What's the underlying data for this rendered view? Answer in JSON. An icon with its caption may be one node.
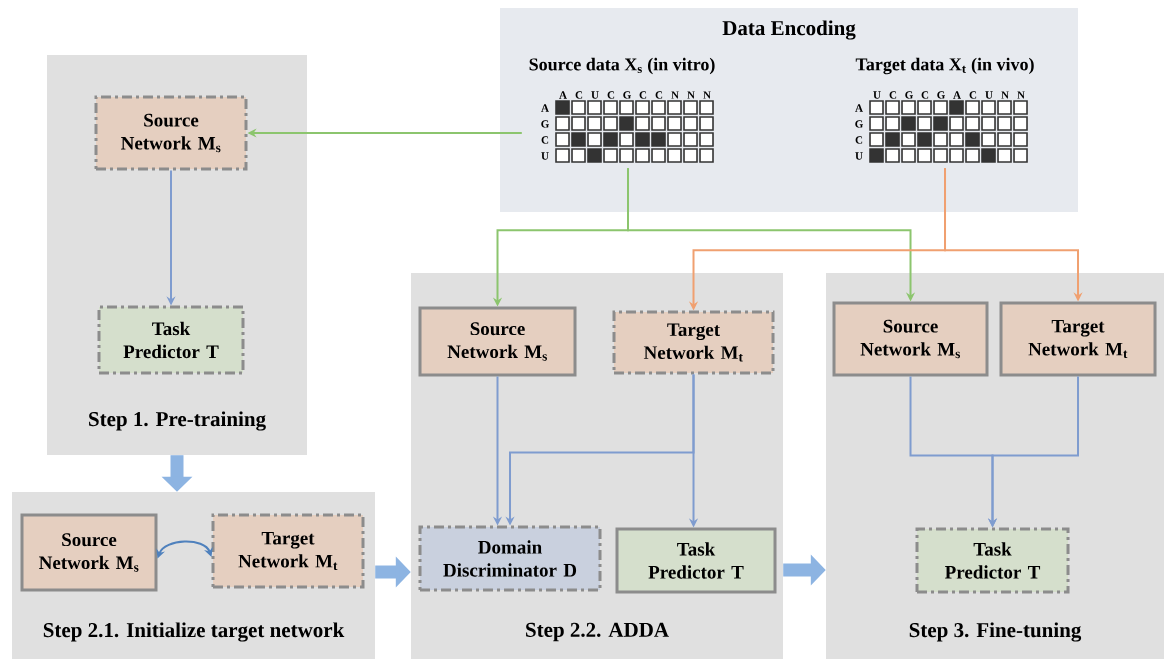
{
  "diagram": {
    "nodes": [
      {
        "text": [
          "Data Encoding"
        ]
      },
      {
        "text": [
          "Source data X$_{s}$ (in vitro)"
        ],
        "in": 0
      },
      {
        "text": [
          "Target data X$_{t}$ (in vivo)"
        ],
        "in": 0
      },
      {
        "text": [
          "Step 1. Pre-training"
        ]
      },
      {
        "text": [
          "Source Network M$_{s}$"
        ],
        "in": 3
      },
      {
        "text": [
          "Task Predictor T"
        ],
        "in": 3
      },
      {
        "text": [
          "Step 2.1. Initialize target network"
        ]
      },
      {
        "text": [
          "Source Network M$_{s}$"
        ],
        "in": 6
      },
      {
        "text": [
          "Target Network M$_{t}$"
        ],
        "in": 6
      },
      {
        "text": [
          "Step 2.2. ADDA"
        ]
      },
      {
        "text": [
          "Source Network M$_{s}$"
        ],
        "in": 9
      },
      {
        "text": [
          "Target Network M$_{t}$"
        ],
        "in": 9
      },
      {
        "text": [
          "Domain Discriminator D"
        ],
        "in": 9
      },
      {
        "text": [
          "Task Predictor T"
        ],
        "in": 9
      },
      {
        "text": [
          "Step 3. Fine-tuning"
        ]
      },
      {
        "text": [
          "Source Network M$_{s}$"
        ],
        "in": 14
      },
      {
        "text": [
          "Target Network M$_{t}$"
        ],
        "in": 14
      },
      {
        "text": [
          "Task Predictor T"
        ],
        "in": 14
      }
    ],
    "edges": [
      {
        "from": 1,
        "to": 4,
        "arrow": "to",
        "color": "#8cc56e"
      },
      {
        "from": 1,
        "to": 10,
        "arrow": "to",
        "color": "#8cc56e"
      },
      {
        "from": 1,
        "to": 15,
        "arrow": "to",
        "color": "#8cc56e"
      },
      {
        "from": 2,
        "to": 11,
        "arrow": "to",
        "color": "#f0a070"
      },
      {
        "from": 2,
        "to": 16,
        "arrow": "to",
        "color": "#f0a070"
      },
      {
        "from": 4,
        "to": 5,
        "arrow": "to"
      },
      {
        "from": 10,
        "to": 12,
        "arrow": "to"
      },
      {
        "from": 11,
        "to": 12,
        "arrow": "to"
      },
      {
        "from": 11,
        "to": 13,
        "arrow": "to"
      },
      {
        "from": 15,
        "to": 17,
        "arrow": "to"
      },
      {
        "from": 16,
        "to": 17,
        "arrow": "to"
      },
      {
        "from": 3,
        "to": 6,
        "arrow": "to",
        "style": "thick",
        "color": "#8db4e2"
      },
      {
        "from": 6,
        "to": 9,
        "arrow": "to",
        "style": "thick",
        "color": "#8db4e2"
      },
      {
        "from": 9,
        "to": 14,
        "arrow": "to",
        "style": "thick",
        "color": "#8db4e2"
      },
      {
        "from": 7,
        "to": 8,
        "arrow": "both",
        "color": "#4f81bd"
      }
    ],
    "labels": [
      "A",
      "C",
      "U",
      "C",
      "G",
      "C",
      "C",
      "N",
      "N",
      "N",
      "A",
      "G",
      "C",
      "U",
      "U",
      "C",
      "G",
      "C",
      "G",
      "A",
      "C",
      "U",
      "N",
      "N",
      "A",
      "G",
      "C",
      "U"
    ]
  }
}
